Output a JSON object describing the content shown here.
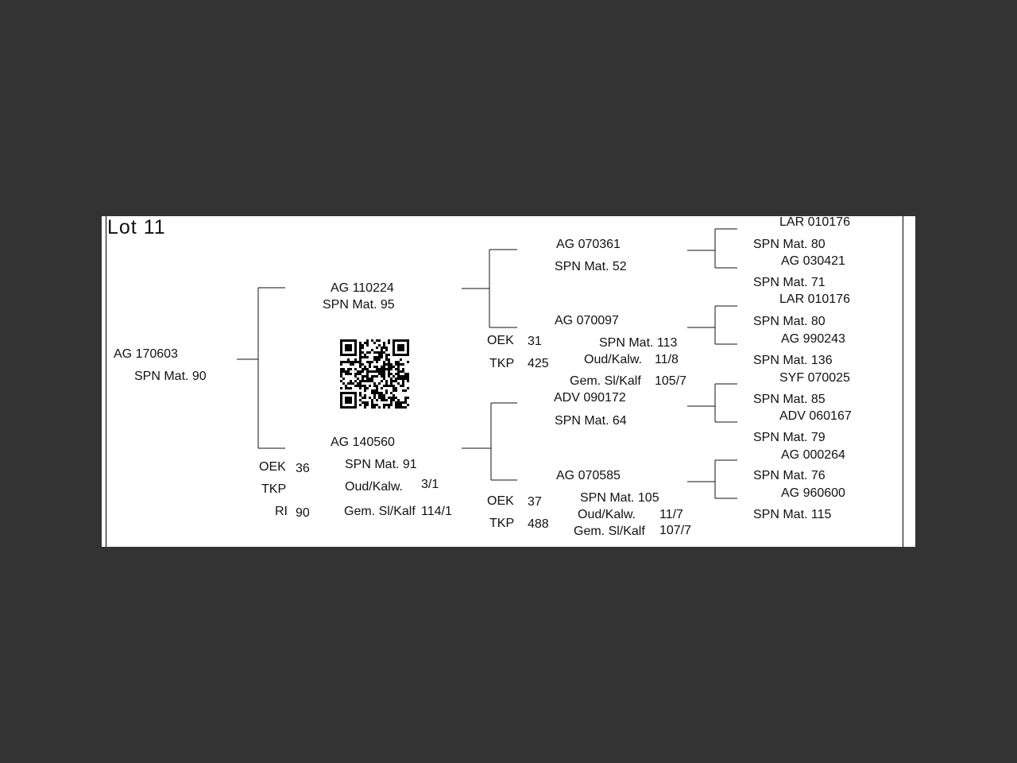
{
  "title": "Lot 11",
  "animal": {
    "id": "AG  170603",
    "spn": "SPN Mat. 90"
  },
  "sire": {
    "id": "AG  110224",
    "spn": "SPN Mat. 95",
    "sire": {
      "id": "AG  070361",
      "spn": "SPN Mat. 52",
      "sire": {
        "id": "LAR 010176",
        "spn": "SPN Mat. 80"
      },
      "dam": {
        "id": "AG  030421",
        "spn": "SPN Mat. 71"
      }
    },
    "dam": {
      "id": "AG  070097",
      "spn": "SPN Mat. 113",
      "oek_label": "OEK",
      "oek_value": "31",
      "tkp_label": "TKP",
      "tkp_value": "425",
      "oud_label": "Oud/Kalw.",
      "oud_value": "11/8",
      "gem_label": "Gem. Sl/Kalf",
      "gem_value": "105/7",
      "sire": {
        "id": "LAR 010176",
        "spn": "SPN Mat. 80"
      },
      "dam": {
        "id": "AG  990243",
        "spn": "SPN Mat. 136"
      }
    }
  },
  "dam": {
    "id": "AG  140560",
    "spn": "SPN Mat. 91",
    "oek_label": "OEK",
    "oek_value": "36",
    "tkp_label": "TKP",
    "ri_label": "RI",
    "ri_value": "90",
    "oud_label": "Oud/Kalw.",
    "oud_value": "3/1",
    "gem_label": "Gem. Sl/Kalf",
    "gem_value": "114/1",
    "sire": {
      "id": "ADV 090172",
      "spn": "SPN Mat. 64",
      "sire": {
        "id": "SYF 070025",
        "spn": "SPN Mat. 85"
      },
      "dam": {
        "id": "ADV 060167",
        "spn": "SPN Mat. 79"
      }
    },
    "dam": {
      "id": "AG  070585",
      "spn": "SPN Mat. 105",
      "oek_label": "OEK",
      "oek_value": "37",
      "tkp_label": "TKP",
      "tkp_value": "488",
      "oud_label": "Oud/Kalw.",
      "oud_value": "11/7",
      "gem_label": "Gem. Sl/Kalf",
      "gem_value": "107/7",
      "sire": {
        "id": "AG  000264",
        "spn": "SPN Mat. 76"
      },
      "dam": {
        "id": "AG  960600",
        "spn": "SPN Mat. 115"
      }
    }
  }
}
